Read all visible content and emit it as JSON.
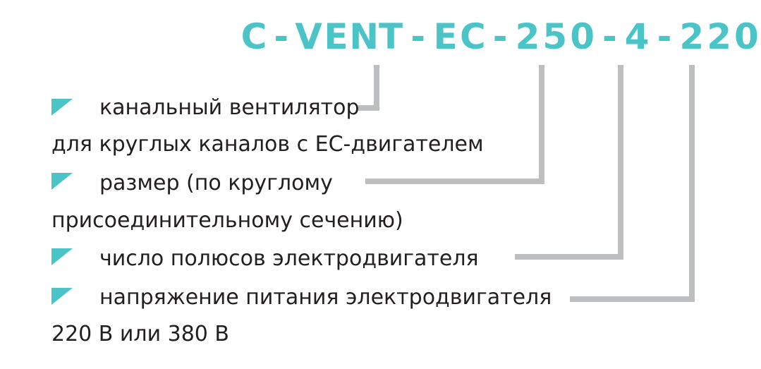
{
  "code": {
    "text": "C-VENT-EC-250-4-220"
  },
  "legend": {
    "item1": "канальный вентилятор",
    "item1_line2": "для круглых каналов с ЕС-двигателем",
    "item2": "размер (по круглому",
    "item2_line2": "присоединительному сечению)",
    "item3": "число полюсов электродвигателя",
    "item4": "напряжение питания электродвигателя",
    "item4_line2": "220 В или 380 В"
  },
  "colors": {
    "code": "#4bc4c8",
    "bullet": "#4bc4c8",
    "connector": "#bcbec0",
    "text": "#231f20"
  }
}
